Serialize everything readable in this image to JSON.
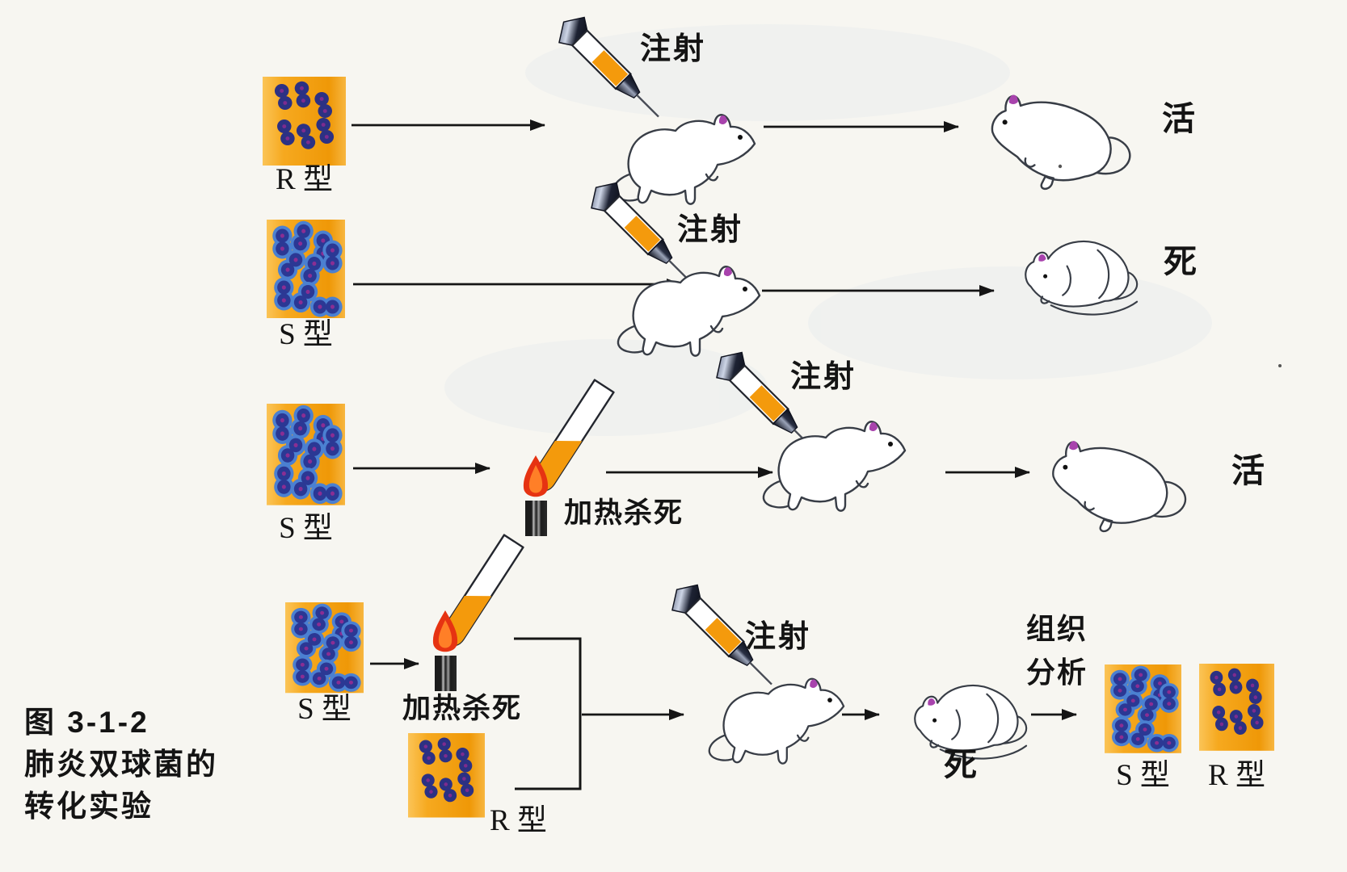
{
  "figure": {
    "caption_line1": "图 3-1-2",
    "caption_line2": "肺炎双球菌的",
    "caption_line3": "转化实验"
  },
  "experiments": [
    {
      "source": "R 型",
      "action": "注射",
      "result": "活"
    },
    {
      "source": "S 型",
      "action": "注射",
      "result": "死"
    },
    {
      "source": "S 型",
      "heat": "加热杀死",
      "action": "注射",
      "result": "活"
    },
    {
      "source": "S 型",
      "heat": "加热杀死",
      "mixed_with": "R 型",
      "action": "注射",
      "result": "死",
      "analysis_line1": "组织",
      "analysis_line2": "分析",
      "found": [
        {
          "label": "S 型"
        },
        {
          "label": "R 型"
        }
      ]
    }
  ],
  "colors": {
    "background": "#f7f6f1",
    "culture_square": "#f5a21a",
    "r_cell": "#2c3183",
    "s_capsule": "#4b80d1",
    "s_cell": "#2b3894",
    "cell_dot": "#8a2e93",
    "syringe_liquid": "#f49a0c",
    "flame_red": "#e63312",
    "flame_core": "#ff7f27",
    "mouse_ear": "#a843ad",
    "outline": "#383d46",
    "text": "#141414"
  }
}
